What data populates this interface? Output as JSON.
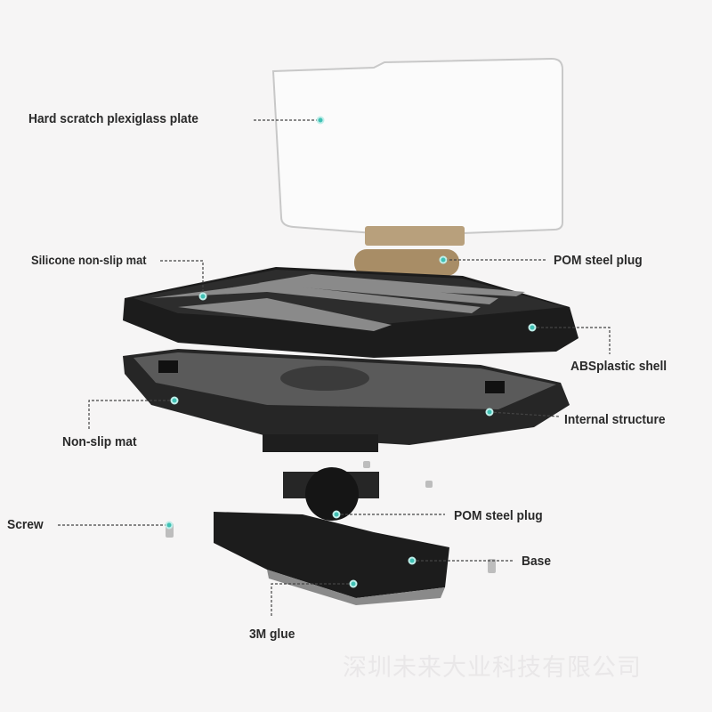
{
  "labels": {
    "plate": "Hard scratch plexiglass plate",
    "silicone_mat": "Silicone non-slip mat",
    "pom_plug_top": "POM steel plug",
    "abs_shell": "ABSplastic shell",
    "internal": "Internal structure",
    "nonslip_mat": "Non-slip mat",
    "screw": "Screw",
    "pom_plug_bottom": "POM steel plug",
    "base": "Base",
    "glue": "3M glue"
  },
  "watermark": "深圳未来大业科技有限公司",
  "colors": {
    "dot": "#3fc1b4",
    "leader": "#444444",
    "shell": "#1c1c1c"
  }
}
